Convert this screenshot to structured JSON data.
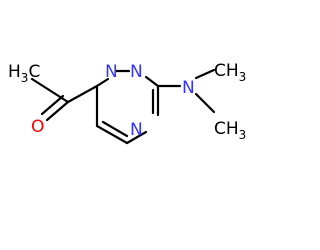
{
  "molecule": {
    "atoms": {
      "methyl_left": {
        "symbol": "H",
        "subscript": "3",
        "suffix": "C"
      },
      "oxygen": {
        "symbol": "O"
      },
      "n1": {
        "symbol": "N"
      },
      "n2": {
        "symbol": "N"
      },
      "n4": {
        "symbol": "N"
      },
      "n_amine": {
        "symbol": "N"
      },
      "methyl_upper": {
        "symbol": "CH",
        "subscript": "3"
      },
      "methyl_lower": {
        "symbol": "CH",
        "subscript": "3"
      }
    },
    "colors": {
      "bond": "#000000",
      "carbon_label": "#000000",
      "nitrogen": "#3333ff",
      "oxygen": "#ff0000"
    }
  }
}
